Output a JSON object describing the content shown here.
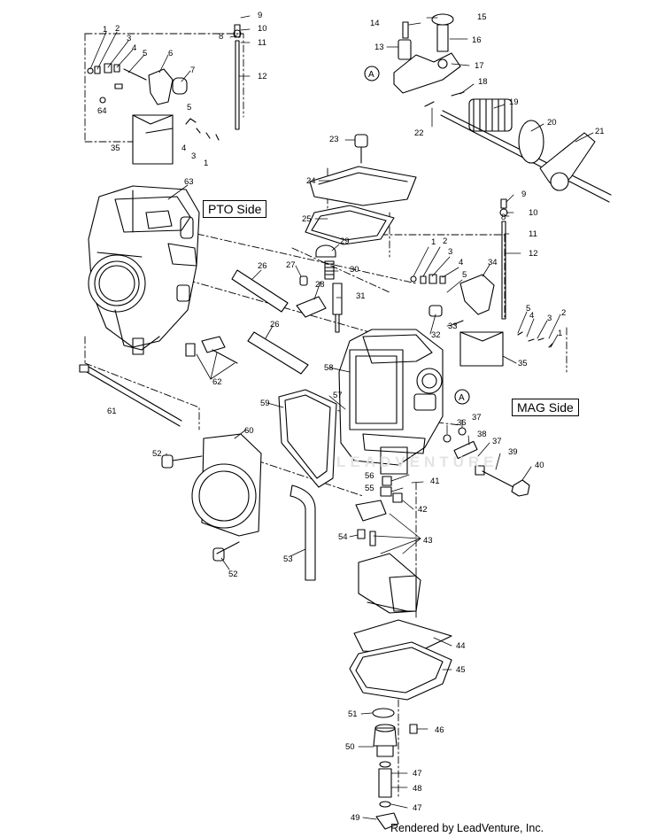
{
  "labels": {
    "pto_side": "PTO Side",
    "mag_side": "MAG Side"
  },
  "watermark": "LEADVENTURE",
  "credit": "Rendered by LeadVenture, Inc.",
  "reference_marks": [
    "A",
    "A"
  ],
  "part_numbers": [
    "1",
    "2",
    "3",
    "4",
    "5",
    "6",
    "7",
    "8",
    "9",
    "10",
    "11",
    "12",
    "13",
    "14",
    "15",
    "16",
    "17",
    "18",
    "19",
    "20",
    "21",
    "22",
    "23",
    "24",
    "25",
    "26",
    "27",
    "28",
    "29",
    "30",
    "31",
    "32",
    "33",
    "34",
    "35",
    "36",
    "37",
    "38",
    "39",
    "40",
    "41",
    "42",
    "43",
    "44",
    "45",
    "46",
    "47",
    "48",
    "49",
    "50",
    "51",
    "52",
    "53",
    "54",
    "55",
    "56",
    "57",
    "58",
    "59",
    "60",
    "61",
    "62",
    "63",
    "64"
  ],
  "callouts": {
    "c1a": "1",
    "c2a": "2",
    "c3a": "3",
    "c4a": "4",
    "c5a": "5",
    "c6": "6",
    "c7": "7",
    "c8a": "8",
    "c9a": "9",
    "c10a": "10",
    "c11a": "11",
    "c12a": "12",
    "c64": "64",
    "c5b": "5",
    "c4b": "4",
    "c3b": "3",
    "c1b": "1",
    "c35a": "35",
    "c63": "63",
    "c14": "14",
    "c15": "15",
    "c13": "13",
    "c16": "16",
    "c17": "17",
    "c18": "18",
    "c19": "19",
    "c20": "20",
    "c21": "21",
    "c22": "22",
    "c23": "23",
    "c24": "24",
    "c25": "25",
    "c29": "29",
    "c9b": "9",
    "c10b": "10",
    "c8b": "8",
    "c11b": "11",
    "c12b": "12",
    "c1c": "1",
    "c2c": "2",
    "c3c": "3",
    "c4c": "4",
    "c5c": "5",
    "c34": "34",
    "c5d": "5",
    "c4d": "4",
    "c3d": "3",
    "c2d": "2",
    "c1d": "1",
    "c35b": "35",
    "c33": "33",
    "c32": "32",
    "c26a": "26",
    "c27": "27",
    "c28": "28",
    "c30": "30",
    "c31": "31",
    "c26b": "26",
    "c62": "62",
    "c58": "58",
    "c61": "61",
    "c57": "57",
    "c59": "59",
    "c60": "60",
    "c52a": "52",
    "c52b": "52",
    "c53": "53",
    "c36": "36",
    "c37a": "37",
    "c38": "38",
    "c37b": "37",
    "c39": "39",
    "c40": "40",
    "c41": "41",
    "c42": "42",
    "c56": "56",
    "c55": "55",
    "c54": "54",
    "c43": "43",
    "c44": "44",
    "c45": "45",
    "c46": "46",
    "c51": "51",
    "c50": "50",
    "c47a": "47",
    "c48": "48",
    "c47b": "47",
    "c49": "49"
  }
}
